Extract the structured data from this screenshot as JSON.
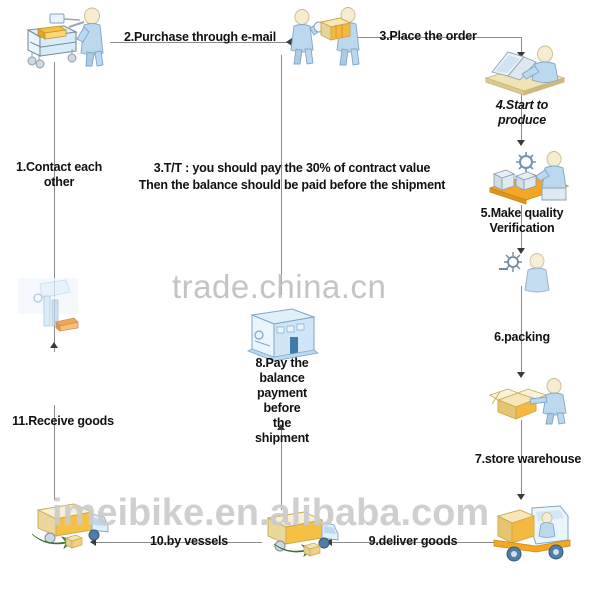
{
  "diagram": {
    "title": "Trade / Order Process Flowchart",
    "background_color": "#ffffff",
    "line_color": "#8b8b8b",
    "text_color": "#111111"
  },
  "steps": [
    {
      "id": "step1",
      "number": "1",
      "label": "1.Contact each\nother",
      "icon": "person-with-cart-icon",
      "italic": false
    },
    {
      "id": "step2",
      "number": "2",
      "label": "2.Purchase through e-mail",
      "icon": "email-arrow-icon",
      "italic": false
    },
    {
      "id": "step3",
      "number": "3",
      "label": "3.Place the order",
      "icon": "person-with-box-icon",
      "italic": false
    },
    {
      "id": "step3tt",
      "number": "3",
      "label": "3.T/T : you should pay the 30% of contract value\nThen the balance should be paid before the shipment",
      "icon": "payment-terms-text",
      "italic": false
    },
    {
      "id": "step4",
      "number": "4",
      "label": "4.Start to\nproduce",
      "icon": "person-at-computer-icon",
      "italic": true
    },
    {
      "id": "step5",
      "number": "5",
      "label": "5.Make quality\nVerification",
      "icon": "quality-inspection-icon",
      "italic": false
    },
    {
      "id": "step6",
      "number": "6",
      "label": "6.packing",
      "icon": "packing-worker-icon",
      "italic": false
    },
    {
      "id": "step7",
      "number": "7",
      "label": "7.store warehouse",
      "icon": "warehouse-worker-box-icon",
      "italic": false
    },
    {
      "id": "step8",
      "number": "8",
      "label": "8.Pay the\nbalance\npayment\nbefore\nthe\nshipment",
      "icon": "bank-building-icon",
      "italic": false
    },
    {
      "id": "step9",
      "number": "9",
      "label": "9.deliver goods",
      "icon": "forklift-loader-icon",
      "italic": false
    },
    {
      "id": "step10",
      "number": "10",
      "label": "10.by  vessels",
      "icon": "truck-with-cargo-icon",
      "italic": false
    },
    {
      "id": "step11",
      "number": "11",
      "label": "11.Receive goods",
      "icon": "receiving-person-icon",
      "italic": false
    }
  ],
  "watermarks": {
    "center": "trade.china.cn",
    "bottom": "imeibike.en.alibaba.com"
  },
  "colors": {
    "body_blue": "#bcd8ef",
    "body_blue_dark": "#8cb8d8",
    "head_skin": "#f3e2c0",
    "box_orange": "#f4a82b",
    "box_cream": "#f7e6b8",
    "line": "#8b8b8b",
    "arrow": "#3a3a3a",
    "watermark": "#c9c9c9"
  }
}
